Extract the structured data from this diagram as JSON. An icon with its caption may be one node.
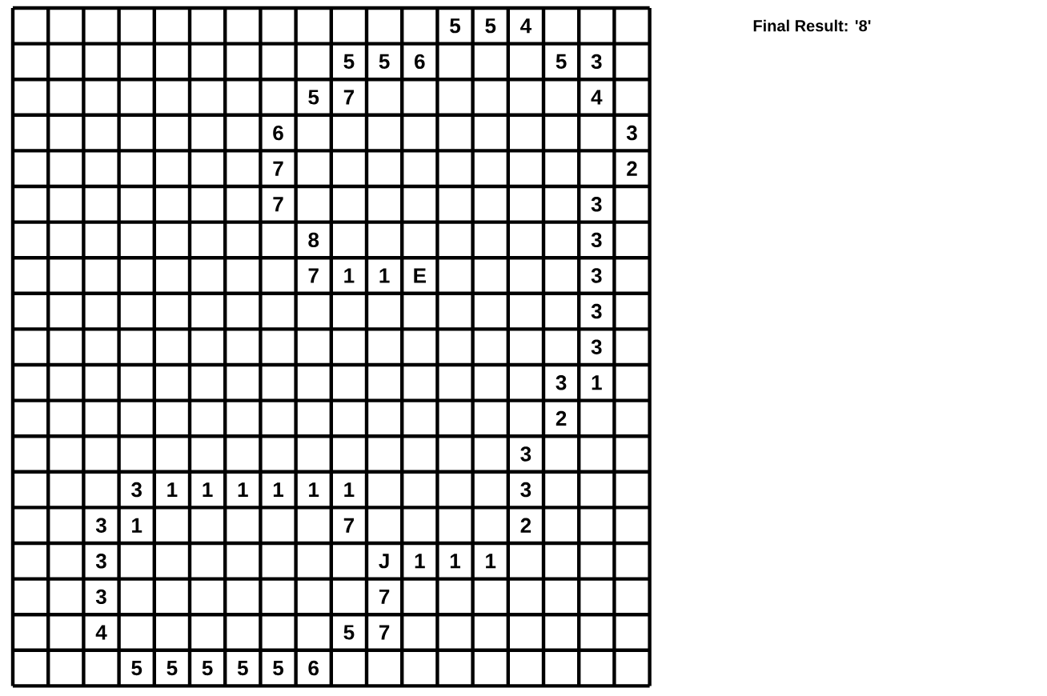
{
  "diagram": {
    "labels": [
      "5",
      "5",
      "4",
      "Final Result: '8'",
      "5",
      "5",
      "6",
      "5",
      "3",
      "5",
      "7",
      "4",
      "6",
      "3",
      "7",
      "2",
      "7",
      "3",
      "8",
      "3",
      "7",
      "1",
      "1",
      "E",
      "3",
      "3",
      "3",
      "3",
      "1",
      "2",
      "3",
      "3",
      "1",
      "1",
      "1",
      "1",
      "1",
      "1",
      "3",
      "3",
      "1",
      "7",
      "2",
      "3",
      "J",
      "1",
      "1",
      "1",
      "3",
      "7",
      "4",
      "5",
      "7",
      "5",
      "5",
      "5",
      "5",
      "5",
      "6"
    ]
  }
}
